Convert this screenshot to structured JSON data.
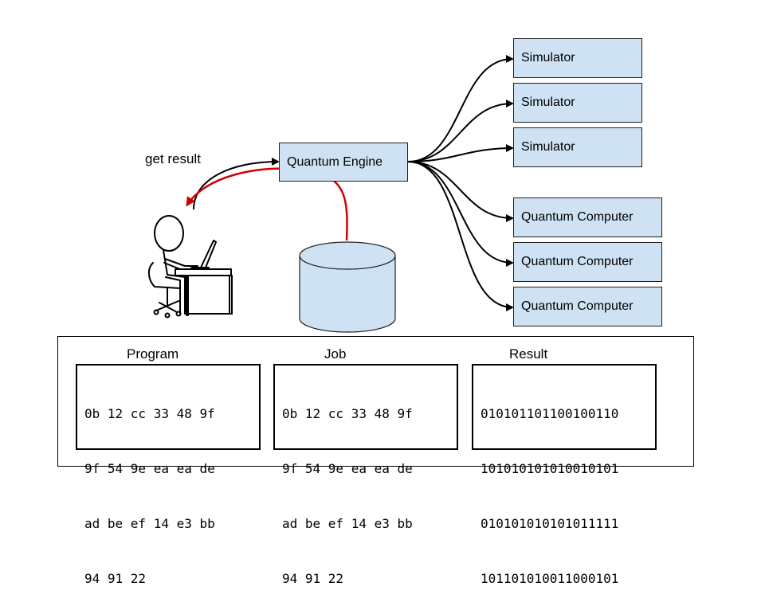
{
  "engine": {
    "label": "Quantum Engine"
  },
  "backends": [
    {
      "label": "Simulator"
    },
    {
      "label": "Simulator"
    },
    {
      "label": "Simulator"
    },
    {
      "label": "Quantum Computer"
    },
    {
      "label": "Quantum Computer"
    },
    {
      "label": "Quantum Computer"
    }
  ],
  "get_result": {
    "label": "get result"
  },
  "panel": {
    "program": {
      "title": "Program",
      "lines": [
        "0b 12 cc 33 48 9f",
        "9f 54 9e ea ea de",
        "ad be ef 14 e3 bb",
        "94 91 22"
      ]
    },
    "job": {
      "title": "Job",
      "lines": [
        "0b 12 cc 33 48 9f",
        "9f 54 9e ea ea de",
        "ad be ef 14 e3 bb",
        "94 91 22"
      ]
    },
    "result": {
      "title": "Result",
      "lines": [
        "010101101100100110",
        "101010101010010101",
        "010101010101011111",
        "101101010011000101"
      ]
    }
  },
  "colors": {
    "box_fill": "#cfe2f3",
    "return_arrow": "#d00000",
    "stroke": "#000000"
  }
}
